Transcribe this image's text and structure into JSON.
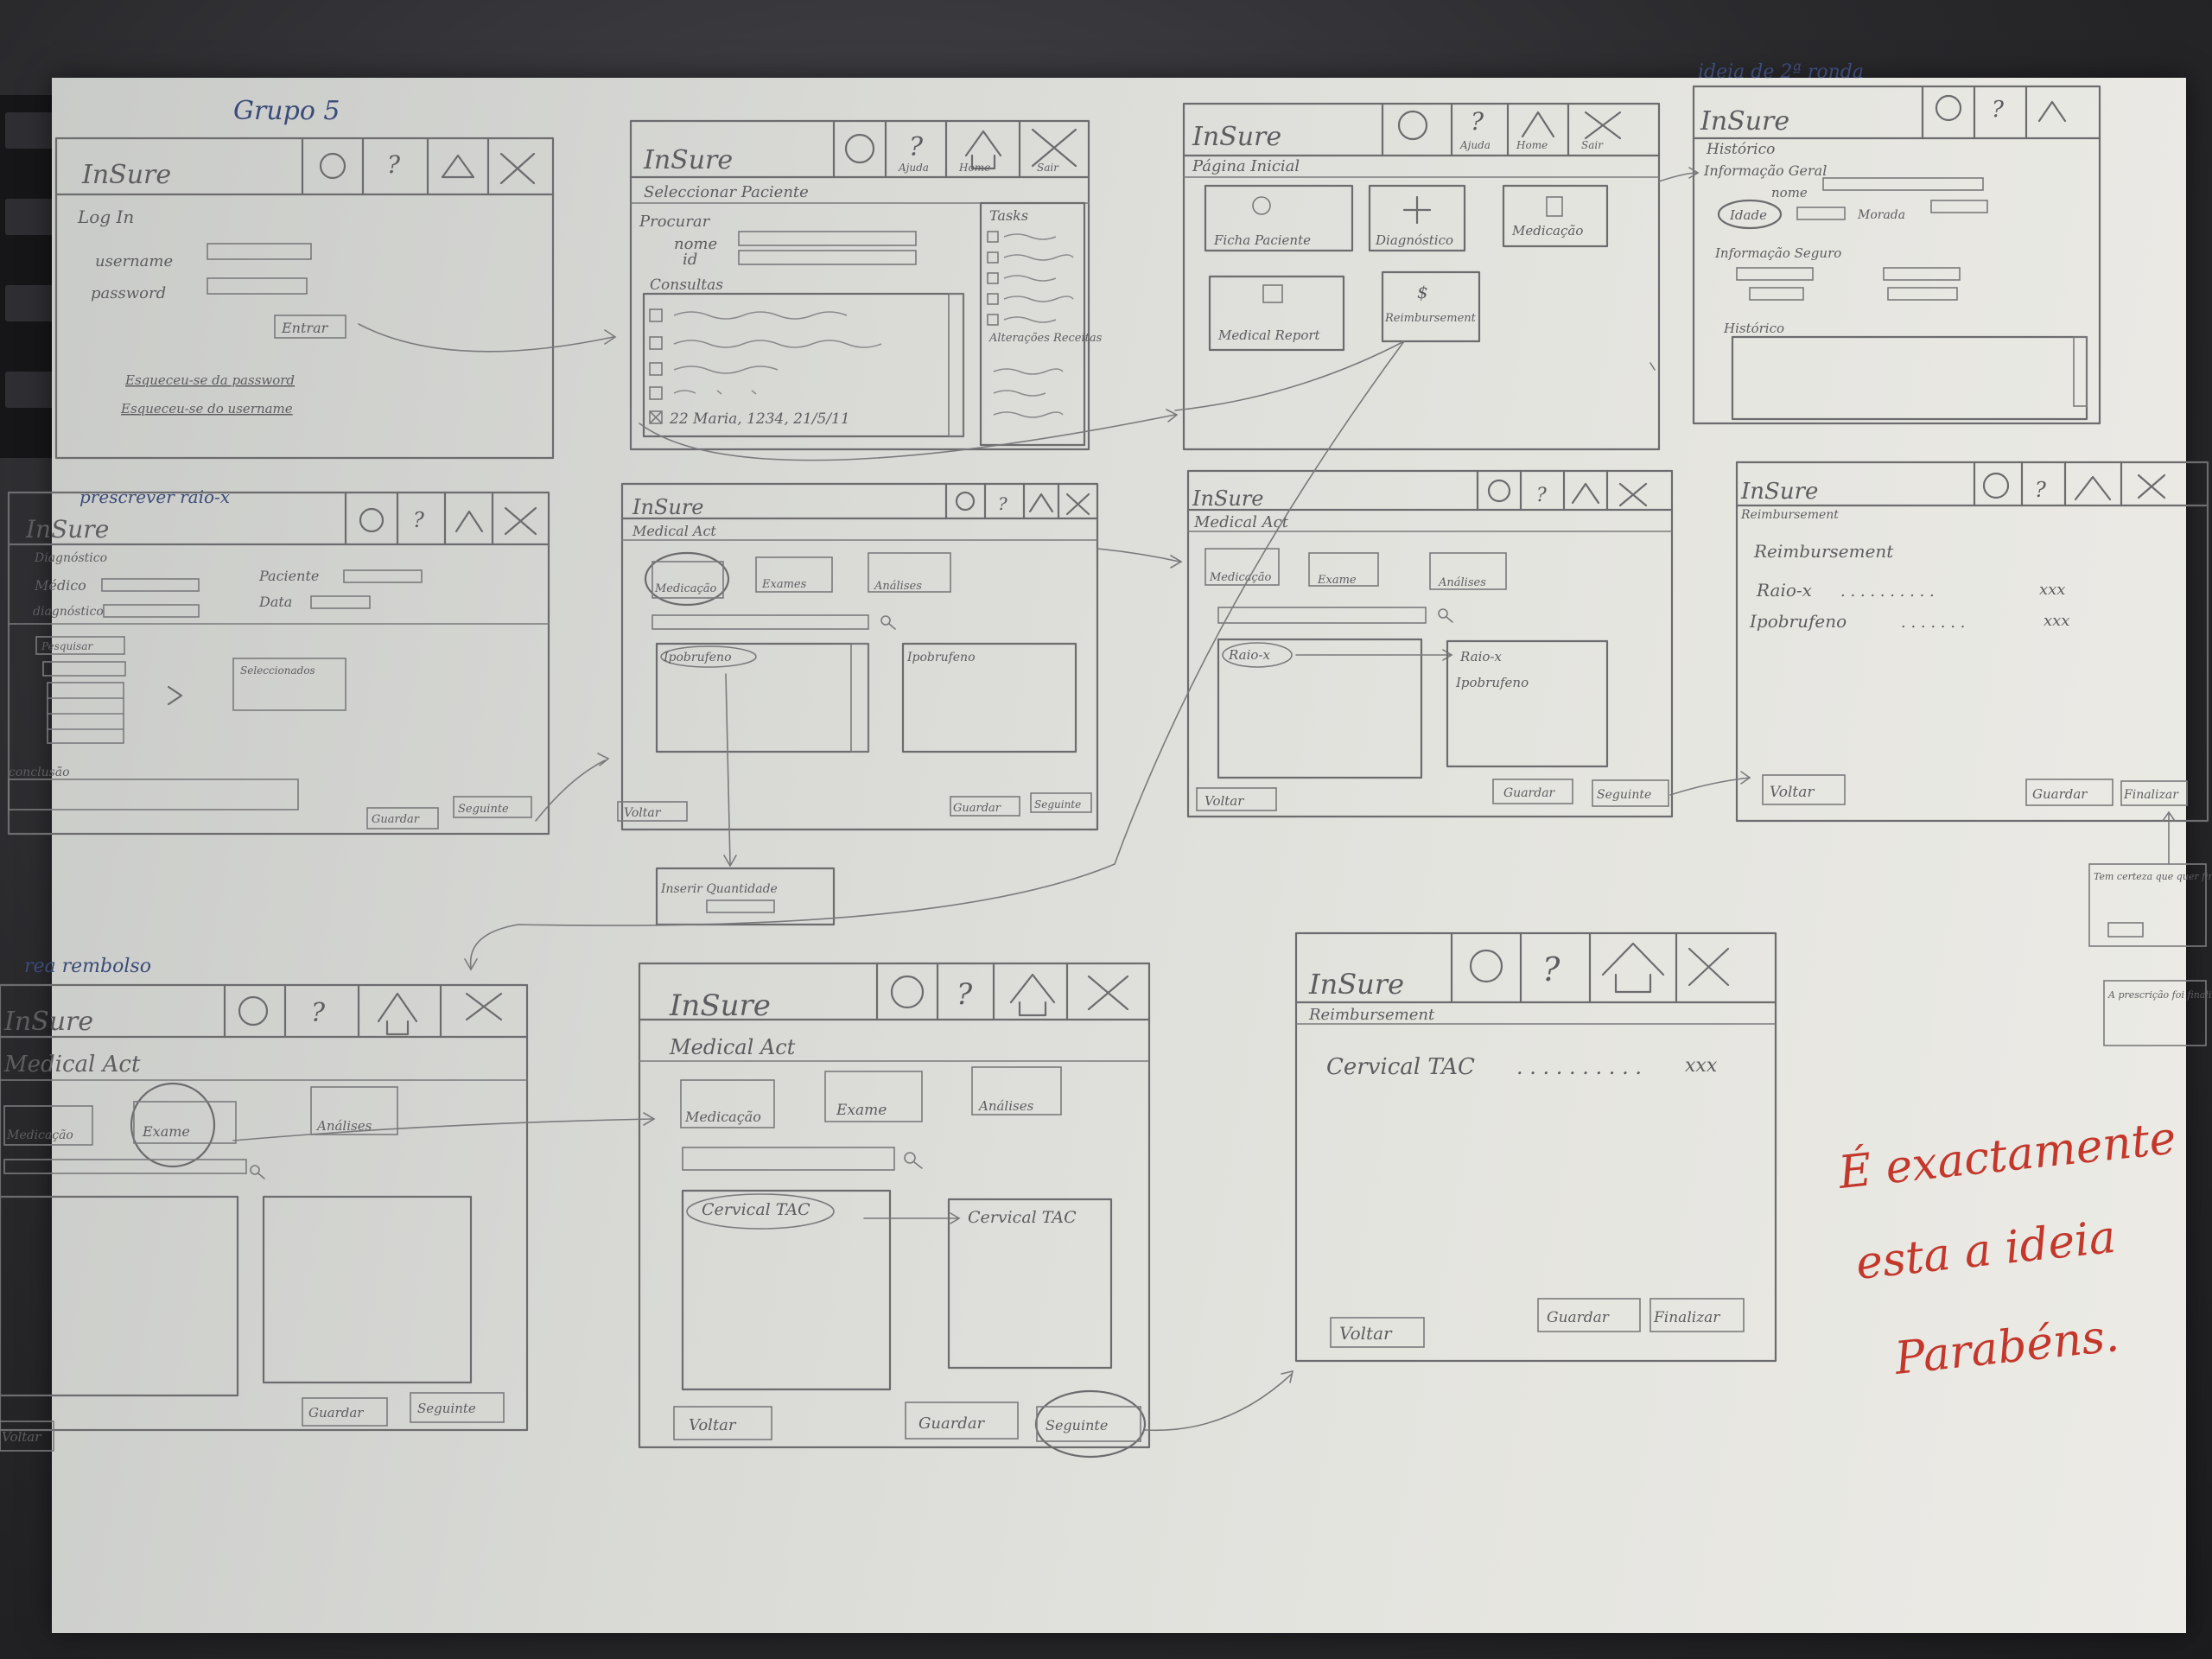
{
  "sheet": {
    "group_label": "Grupo 5",
    "corner_note": "ideia de 2ª ronda",
    "review_note": [
      "É exactamente",
      "esta a ideia",
      "Parabéns."
    ]
  },
  "colors": {
    "pencil": "#6c6c6e",
    "blue_pen": "#3b4b78",
    "red_pen": "#c4372b",
    "paper": "#e4e4df"
  },
  "app_name": "InSure",
  "toolbar": {
    "icons": [
      "gear-icon",
      "help-icon",
      "home-icon",
      "close-icon"
    ],
    "ajuda": "Ajuda",
    "home": "Home",
    "sair": "Sair"
  },
  "frames": {
    "login": {
      "subtitle": "Log In",
      "username": "username",
      "password": "password",
      "entrar": "Entrar",
      "link1": "Esqueceu-se da password",
      "link2": "Esqueceu-se do username"
    },
    "select_patient": {
      "subtitle": "Seleccionar Paciente",
      "procurar": "Procurar",
      "nome": "nome",
      "id": "id",
      "consultas": "Consultas",
      "selected_row": "22 Maria, 1234, 21/5/11",
      "tasks": "Tasks",
      "alt_receitas": "Alterações Receitas"
    },
    "home": {
      "subtitle": "Página Inicial",
      "tiles": [
        "Ficha Paciente",
        "Diagnóstico",
        "Medicação",
        "Medical Report",
        "Reimbursement"
      ]
    },
    "patient_record": {
      "subtitle": "Histórico",
      "geral": "Informação Geral",
      "nome": "nome",
      "idade": "Idade",
      "morada": "Morada",
      "seguro": "Informação Seguro",
      "historico": "Histórico"
    },
    "prescrever": {
      "label": "prescrever raio-x",
      "subtitle": "Diagnóstico",
      "medico": "Médico",
      "paciente": "Paciente",
      "diagnostico": "diagnóstico",
      "data": "Data",
      "pesquisar": "Pesquisar",
      "selecionados": "Seleccionados",
      "conclusao": "conclusão",
      "guardar": "Guardar",
      "seguinte": "Seguinte"
    },
    "medical_act_1": {
      "subtitle": "Medical Act",
      "tabs": [
        "Medicação",
        "Exames",
        "Análises"
      ],
      "left_item": "Ipobrufeno",
      "right_item": "Ipobrufeno",
      "popup": "Inserir Quantidade",
      "voltar": "Voltar",
      "guardar": "Guardar",
      "seguinte": "Seguinte"
    },
    "medical_act_2": {
      "subtitle": "Medical Act",
      "tabs": [
        "Medicação",
        "Exame",
        "Análises"
      ],
      "left_item": "Raio-x",
      "right_items": [
        "Raio-x",
        "Ipobrufeno"
      ],
      "voltar": "Voltar",
      "guardar": "Guardar",
      "seguinte": "Seguinte"
    },
    "reimbursement_1": {
      "subtitle": "Reimbursement",
      "heading": "Reimbursement",
      "lines": [
        {
          "item": "Raio-x",
          "value": "xxx"
        },
        {
          "item": "Ipobrufeno",
          "value": "xxx"
        }
      ],
      "voltar": "Voltar",
      "guardar": "Guardar",
      "finalizar": "Finalizar",
      "confirm_note": "Tem certeza que quer finalizar o processo?",
      "ok_note": "A prescrição foi finalizada"
    },
    "medical_act_3": {
      "label": "rea rembolso",
      "subtitle": "Medical Act",
      "tabs": [
        "Medicação",
        "Exame",
        "Análises"
      ],
      "guardar": "Guardar",
      "seguinte": "Seguinte",
      "voltar": "Voltar"
    },
    "medical_act_4": {
      "subtitle": "Medical Act",
      "tabs": [
        "Medicação",
        "Exame",
        "Análises"
      ],
      "left_item": "Cervical TAC",
      "right_item": "Cervical TAC",
      "voltar": "Voltar",
      "guardar": "Guardar",
      "seguinte": "Seguinte"
    },
    "reimbursement_2": {
      "subtitle": "Reimbursement",
      "line_item": "Cervical TAC",
      "line_value": "xxx",
      "voltar": "Voltar",
      "guardar": "Guardar",
      "finalizar": "Finalizar"
    }
  }
}
